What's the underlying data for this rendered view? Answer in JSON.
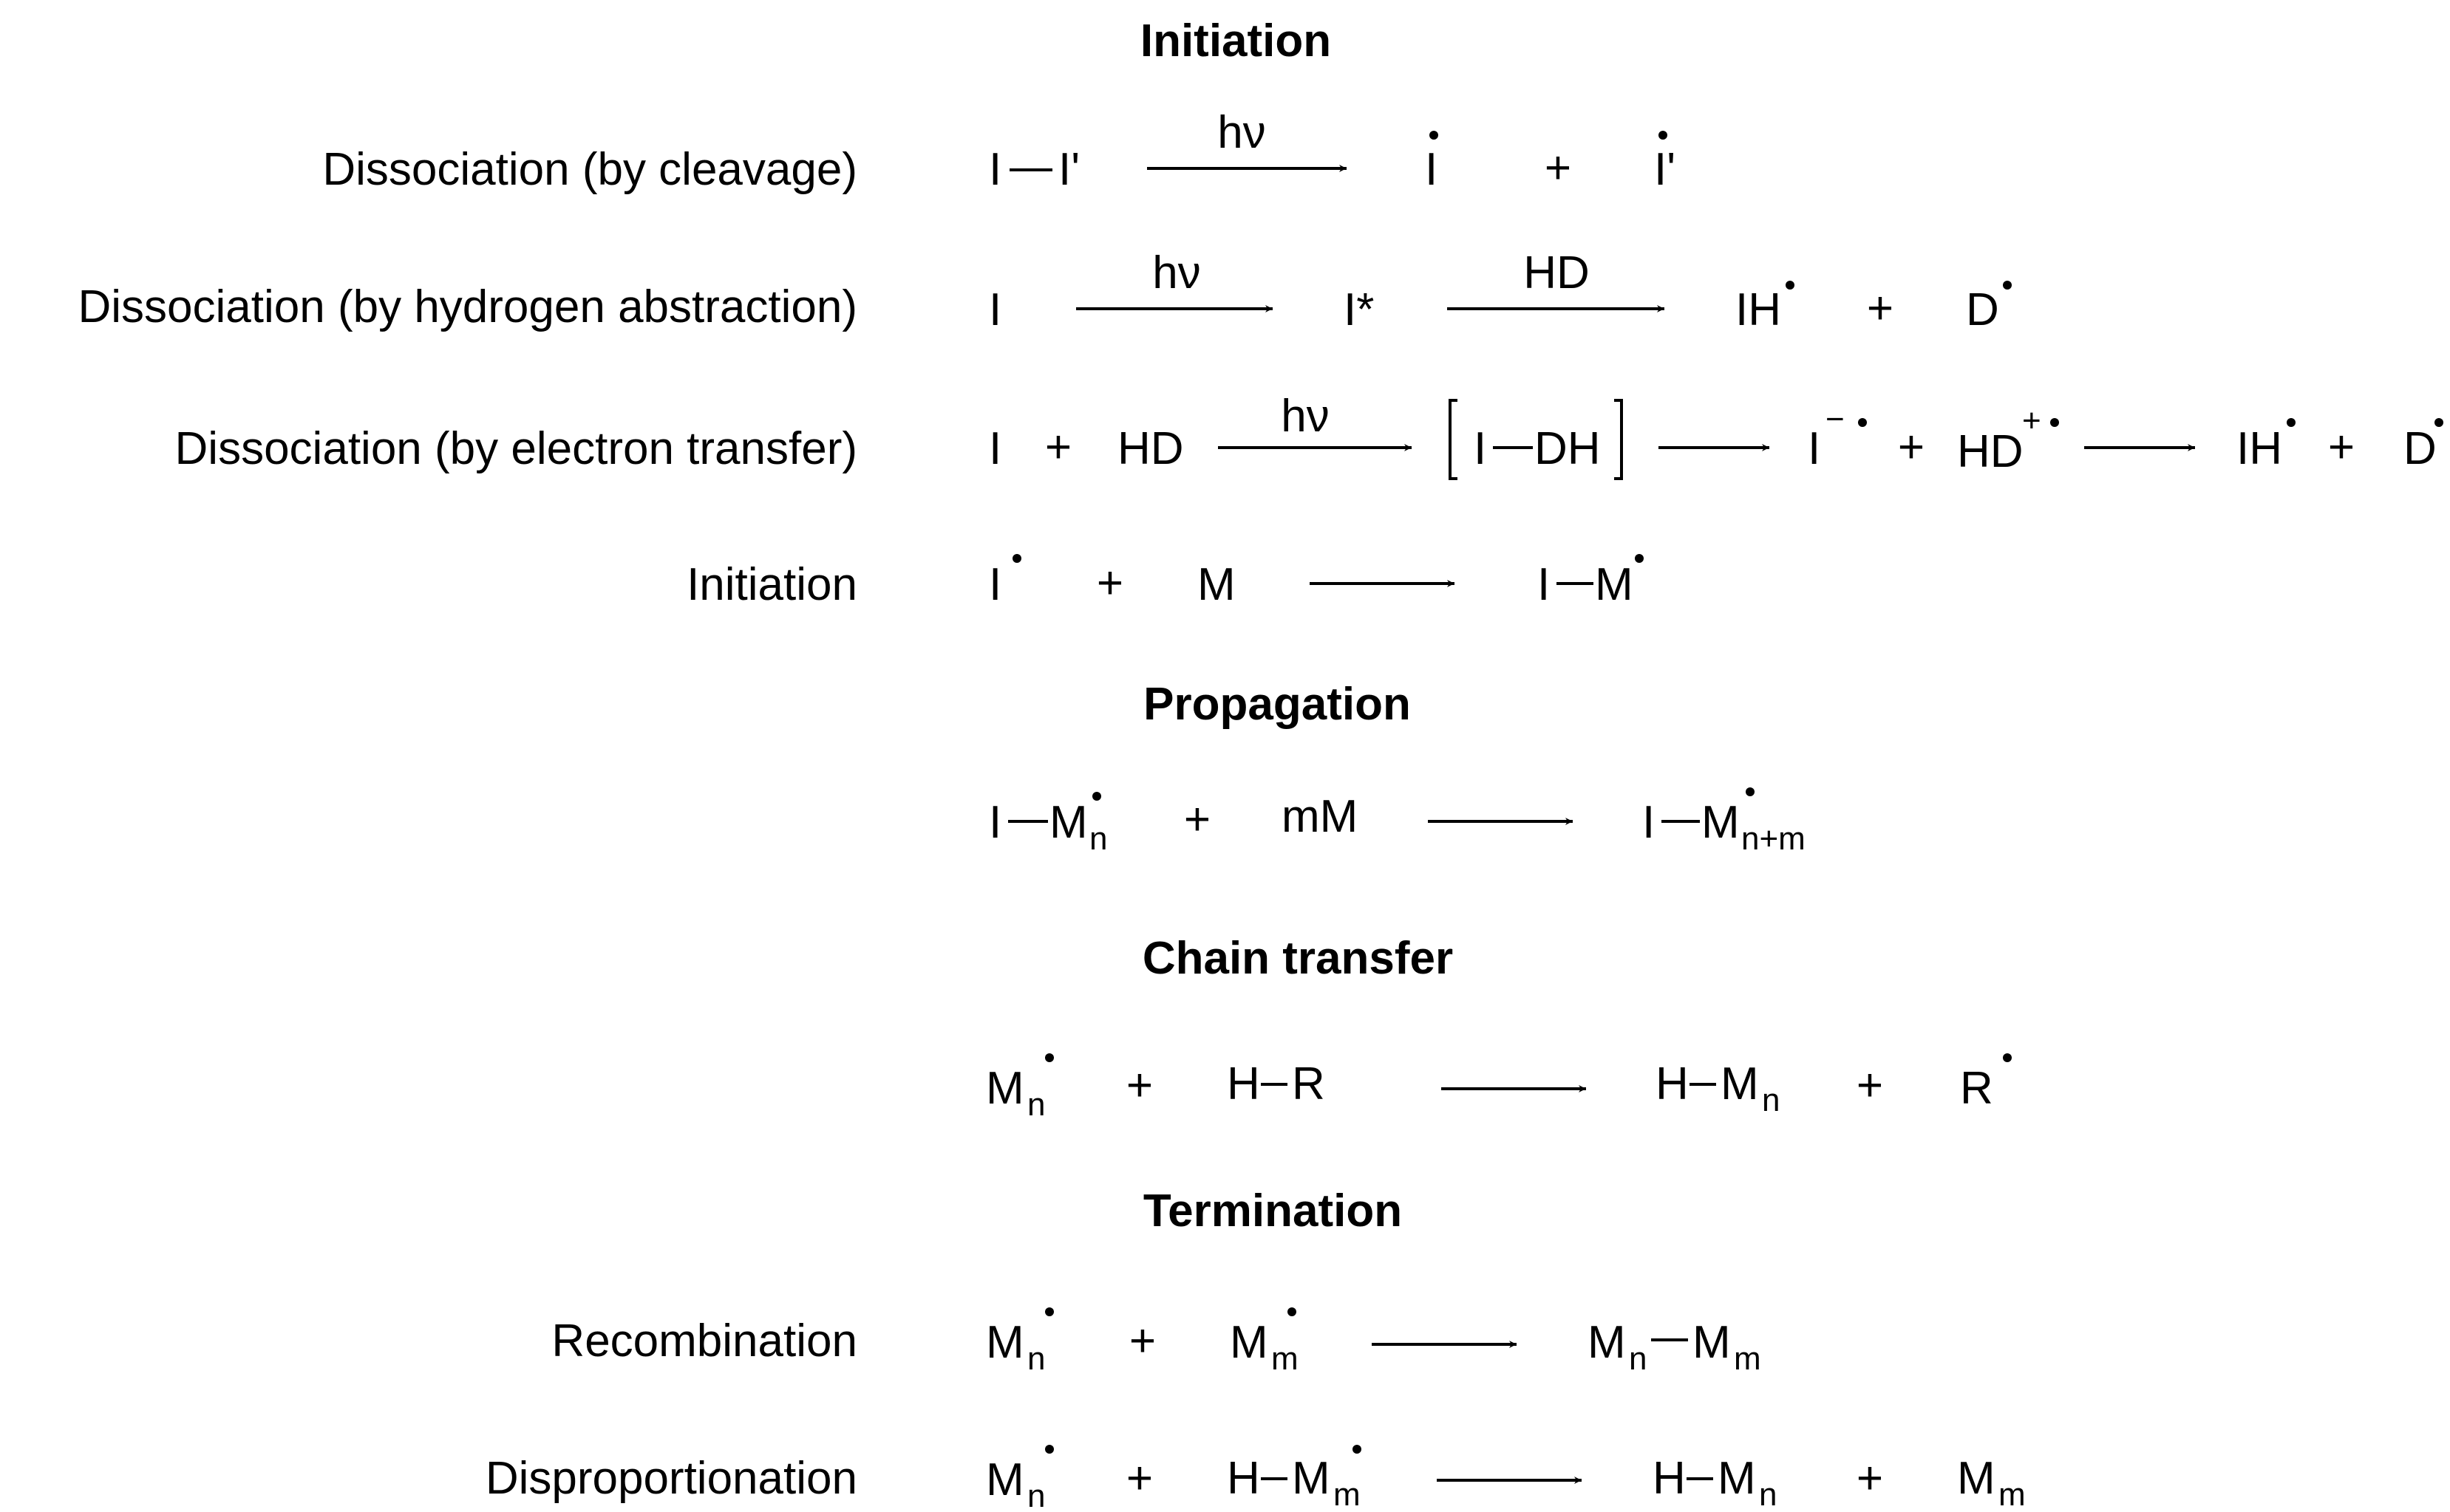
{
  "colors": {
    "ink": "#000000",
    "background": "#ffffff"
  },
  "headings": {
    "initiation": "Initiation",
    "propagation": "Propagation",
    "chain_transfer": "Chain transfer",
    "termination": "Termination"
  },
  "labels": {
    "cleavage": "Dissociation (by cleavage)",
    "hydrogen": "Dissociation (by hydrogen abstraction)",
    "electron": "Dissociation (by electron transfer)",
    "initiation": "Initiation",
    "recombination": "Recombination",
    "disproportionation": "Disproportionation"
  },
  "symbols": {
    "I": "I",
    "Ip": "I'",
    "plus": "+",
    "hv": "hν",
    "HD": "HD",
    "Istar": "I*",
    "IH": "IH",
    "D": "D",
    "DH": "DH",
    "M": "M",
    "mM": "mM",
    "H": "H",
    "R": "R",
    "sub_n": "n",
    "sub_m": "m",
    "sub_nm": "n+m",
    "minus": "−",
    "plus_sup": "+"
  }
}
